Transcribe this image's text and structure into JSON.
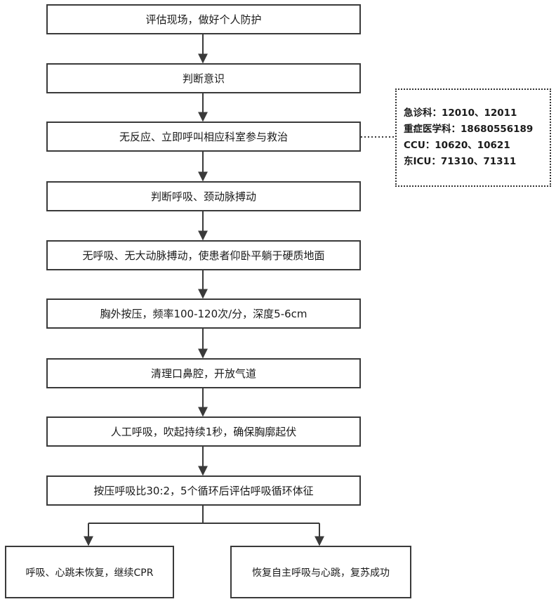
{
  "steps": [
    "评估现场，做好个人防护",
    "判断意识",
    "无反应、立即呼叫相应科室参与救治",
    "判断呼吸、颈动脉搏动",
    "无呼吸、无大动脉搏动，使患者仰卧平躺于硬质地面",
    "胸外按压，频率100-120次/分，深度5-6cm",
    "清理口鼻腔，开放气道",
    "人工呼吸，吹起持续1秒，确保胸廓起伏",
    "按压呼吸比30:2，5个循环后评估呼吸循环体征"
  ],
  "outcomes": {
    "left": "呼吸、心跳未恢复，继续CPR",
    "right": "恢复自主呼吸与心跳，复苏成功"
  },
  "contacts": [
    "急诊科：12010、12011",
    "重症医学科：18680556189",
    "CCU：10620、10621",
    "东ICU：71310、71311"
  ],
  "colors": {
    "line": "#3a3a3a",
    "text": "#1a1a1a"
  }
}
